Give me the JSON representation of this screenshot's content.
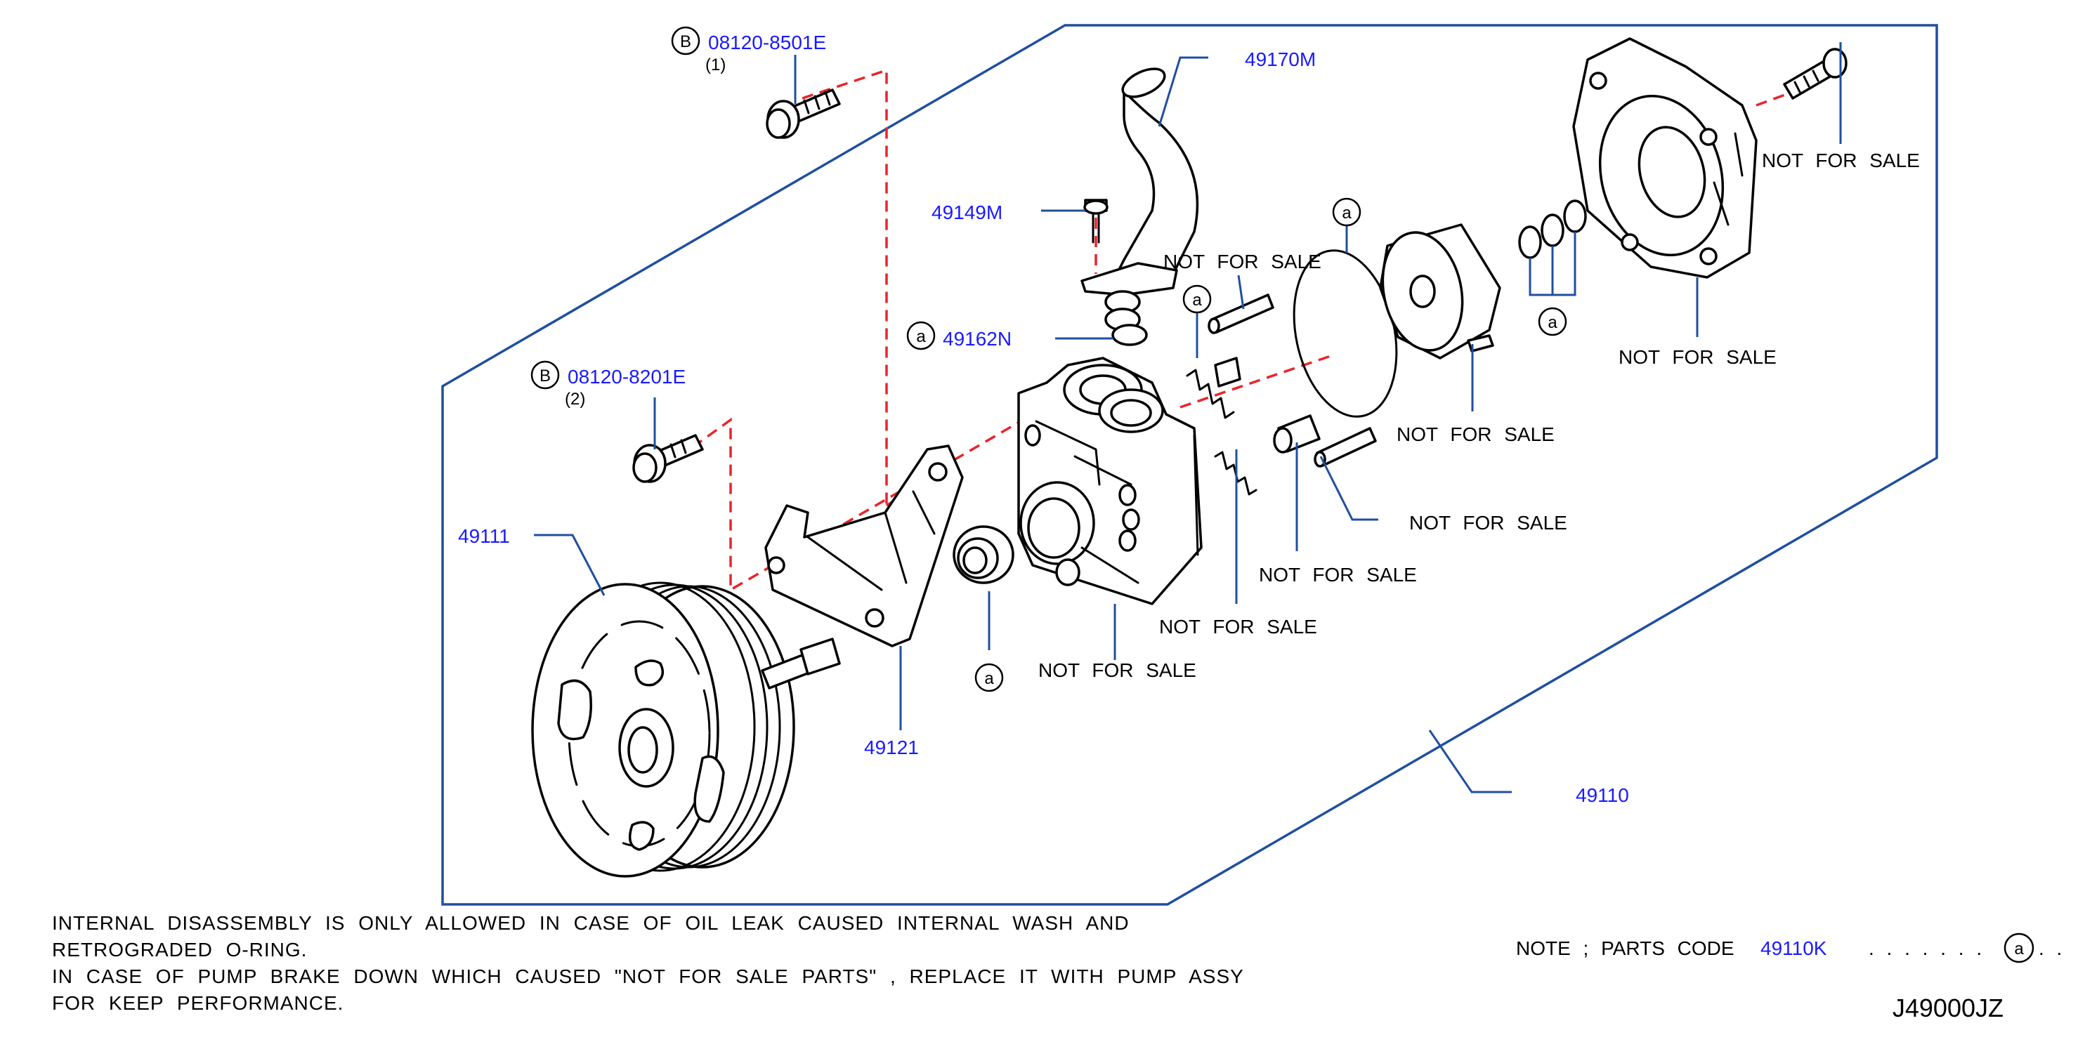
{
  "diagram_code": "J49000JZ",
  "parts": {
    "assy": "49110",
    "pulley": "49111",
    "bracket": "49121",
    "bolt_upper": "08120-8501E",
    "bolt_upper_qty": "(1)",
    "bolt_lower": "08120-8201E",
    "bolt_lower_qty": "(2)",
    "connector_bolt": "49149M",
    "suction_tube": "49170M",
    "o_ring": "49162N"
  },
  "marks": {
    "bolt_type": "B",
    "kit_ref": "a"
  },
  "labels": {
    "not_for_sale": "NOT FOR SALE"
  },
  "notes": {
    "line1": "INTERNAL DISASSEMBLY IS ONLY ALLOWED IN CASE OF OIL LEAK CAUSED INTERNAL WASH AND",
    "line2": "RETROGRADED O-RING.",
    "line3": "IN CASE OF PUMP BRAKE DOWN WHICH CAUSED \"NOT FOR SALE PARTS\" , REPLACE IT WITH PUMP ASSY",
    "line4": "FOR KEEP PERFORMANCE."
  },
  "parts_code_note": {
    "prefix": "NOTE ; PARTS CODE",
    "code": "49110K",
    "dots_left": ". . . . . . .",
    "dots_right": ". ."
  },
  "colors": {
    "part_number": "#1a1aff",
    "leader": "#1f4fa0",
    "dashed_guide": "#e8252a"
  }
}
